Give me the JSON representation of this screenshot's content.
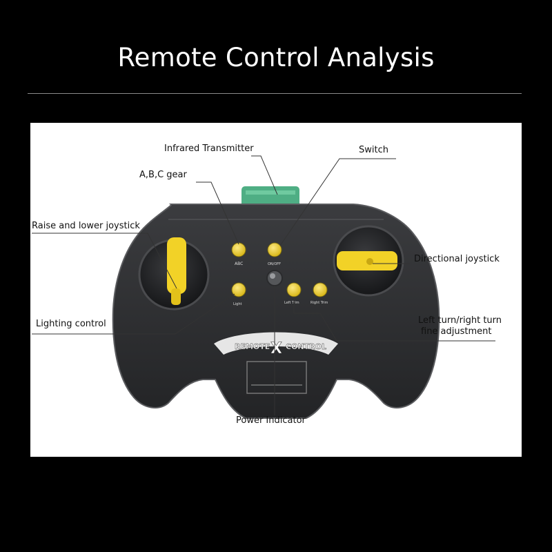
{
  "title": "Remote Control Analysis",
  "colors": {
    "background": "#000000",
    "panel": "#ffffff",
    "body_dark": "#2c2d2f",
    "accent_yellow": "#f2d227",
    "transmitter_green": "#4fae84"
  },
  "device": {
    "brand_text_left": "REMOTE",
    "brand_mark": "X",
    "brand_text_right": "CONTROL",
    "gear_mark": "ABC",
    "switch_mark": "ON/OFF",
    "light_mark": "Light",
    "left_trim_mark": "Left Trim",
    "right_trim_mark": "Right Trim"
  },
  "labels": {
    "infrared_transmitter": "Infrared Transmitter",
    "switch": "Switch",
    "abc_gear": "A,B,C gear",
    "raise_lower_joystick": "Raise and lower joystick",
    "directional_joystick": "Directional joystick",
    "lighting_control": "Lighting control",
    "trim_line1": "Left turn/right turn",
    "trim_line2": "fine adjustment",
    "power_indicator": "Power Indicator"
  }
}
